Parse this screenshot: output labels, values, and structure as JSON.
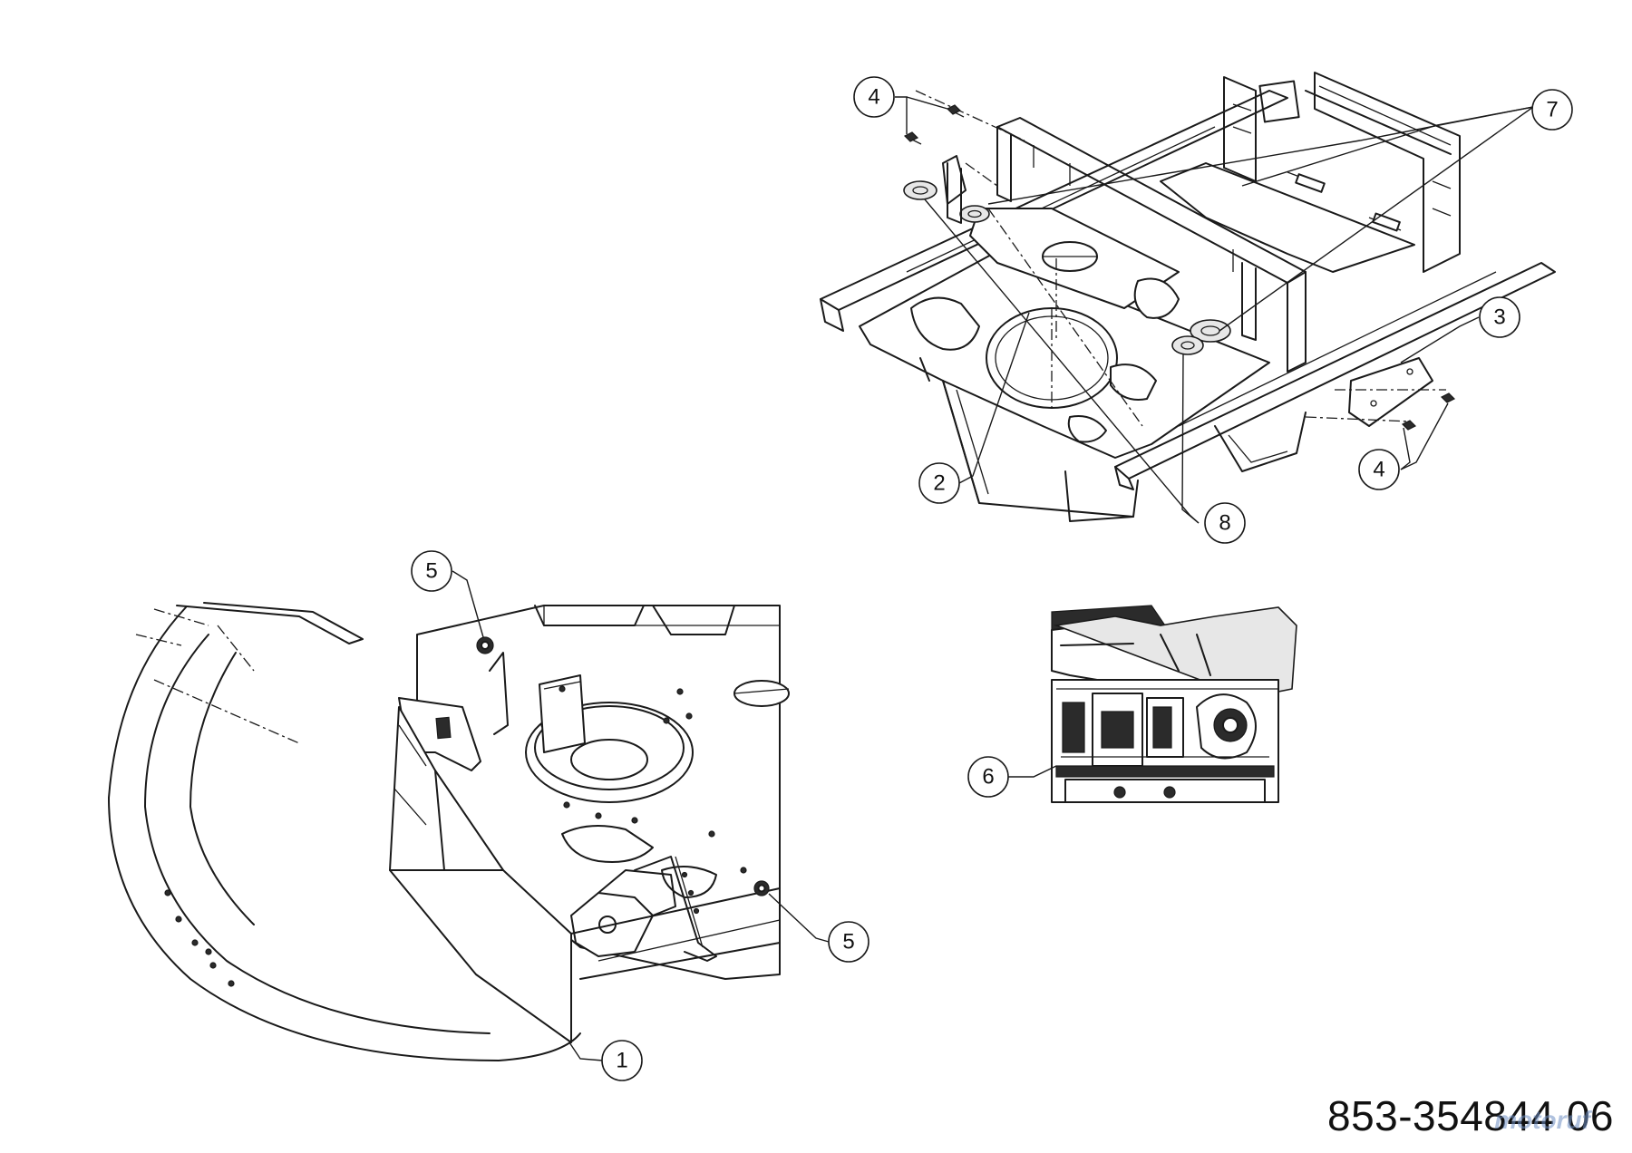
{
  "diagram": {
    "part_number": "853-354844 06",
    "watermark": "motoruf",
    "callouts": [
      {
        "id": "c4a",
        "label": "4"
      },
      {
        "id": "c7",
        "label": "7"
      },
      {
        "id": "c3",
        "label": "3"
      },
      {
        "id": "c4b",
        "label": "4"
      },
      {
        "id": "c2",
        "label": "2"
      },
      {
        "id": "c8",
        "label": "8"
      },
      {
        "id": "c5a",
        "label": "5"
      },
      {
        "id": "c5b",
        "label": "5"
      },
      {
        "id": "c1",
        "label": "1"
      },
      {
        "id": "c6",
        "label": "6"
      }
    ]
  }
}
